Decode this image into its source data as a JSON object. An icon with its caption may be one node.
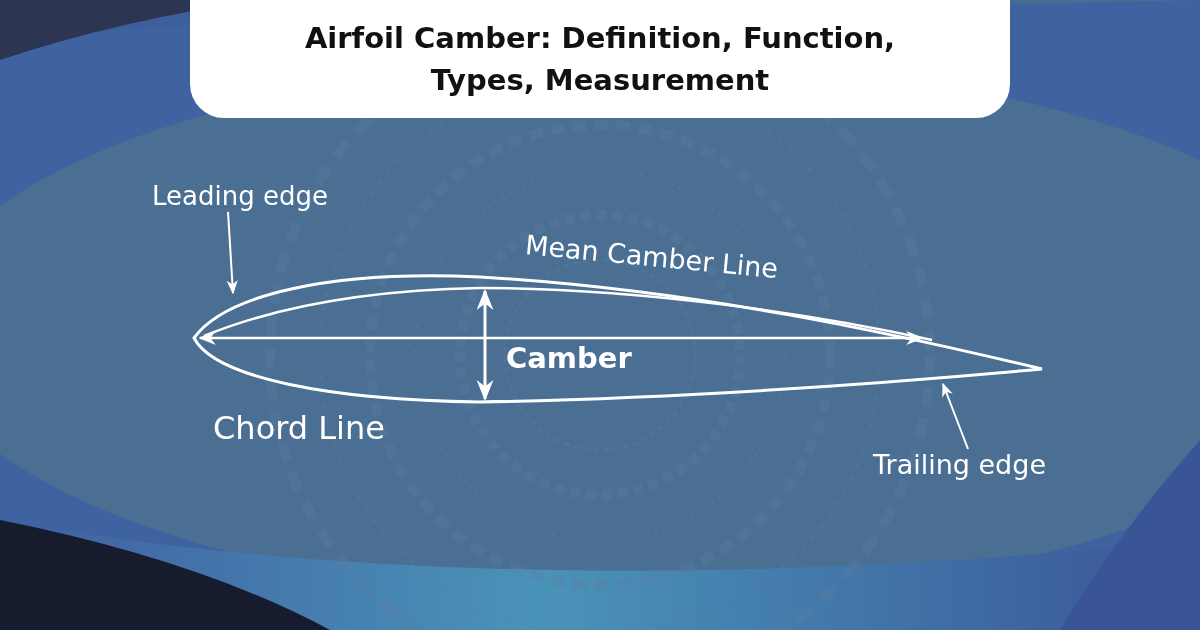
{
  "diagram": {
    "title": "Airfoil Camber: Definition, Function, Types, Measurement",
    "nodes": [
      {
        "text": [
          "Leading edge"
        ]
      },
      {
        "text": [
          "Trailing edge"
        ]
      }
    ],
    "edges": [
      {
        "from": 0,
        "to": null,
        "arrow": "to"
      },
      {
        "from": 1,
        "to": null,
        "arrow": "to"
      }
    ],
    "labels": [
      "Mean Camber Line",
      "Camber",
      "Chord Line"
    ]
  }
}
